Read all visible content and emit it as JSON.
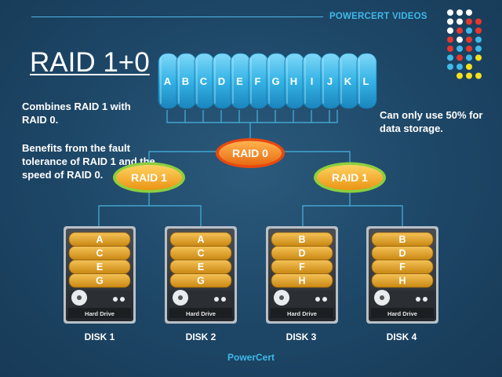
{
  "header": {
    "brand": "POWERCERT VIDEOS"
  },
  "title": "RAID 1+0",
  "descriptions": {
    "combines": "Combines RAID 1 with RAID 0.",
    "benefits": "Benefits from the fault tolerance of RAID 1 and the speed of RAID 0.",
    "storage": "Can only use 50% for data storage."
  },
  "stripe": {
    "blocks": [
      "A",
      "B",
      "C",
      "D",
      "E",
      "F",
      "G",
      "H",
      "I",
      "J",
      "K",
      "L"
    ]
  },
  "nodes": {
    "raid0": "RAID 0",
    "raid1_left": "RAID 1",
    "raid1_right": "RAID 1"
  },
  "disks": [
    {
      "label": "DISK 1",
      "blocks": [
        "A",
        "C",
        "E",
        "G"
      ],
      "drive_text": "Hard Drive"
    },
    {
      "label": "DISK 2",
      "blocks": [
        "A",
        "C",
        "E",
        "G"
      ],
      "drive_text": "Hard Drive"
    },
    {
      "label": "DISK 3",
      "blocks": [
        "B",
        "D",
        "F",
        "H"
      ],
      "drive_text": "Hard Drive"
    },
    {
      "label": "DISK 4",
      "blocks": [
        "B",
        "D",
        "F",
        "H"
      ],
      "drive_text": "Hard Drive"
    }
  ],
  "footer": "PowerCert",
  "colors": {
    "accent": "#3fb9ea",
    "raid0_fill": "#f07a1e",
    "raid0_ring": "#e8490f",
    "raid1_fill": "#f3a81c",
    "raid1_ring": "#8ccf3f",
    "disk_gold": "#e0a52b",
    "dot_colors": [
      "#ffffff",
      "#e8372d",
      "#3fb9ea",
      "#f6e21c"
    ]
  }
}
